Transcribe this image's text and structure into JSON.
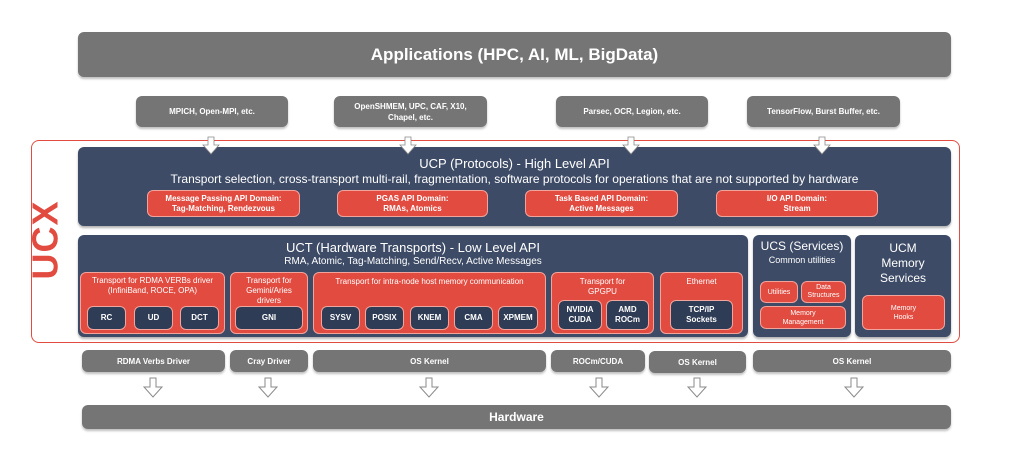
{
  "applications": {
    "title": "Applications (HPC, AI, ML, BigData)",
    "libraries": [
      "MPICH, Open-MPI, etc.",
      "OpenSHMEM, UPC, CAF, X10,\nChapel, etc.",
      "Parsec, OCR, Legion, etc.",
      "TensorFlow, Burst Buffer, etc."
    ]
  },
  "ucx": {
    "label": "UCX",
    "ucp": {
      "title": "UCP (Protocols) - High Level API",
      "subtitle": "Transport selection, cross-transport multi-rail, fragmentation, software protocols for operations that are not supported by hardware",
      "domains": [
        "Message Passing API Domain:\nTag-Matching, Rendezvous",
        "PGAS API Domain:\nRMAs, Atomics",
        "Task Based API Domain:\nActive Messages",
        "I/O API Domain:\nStream"
      ]
    },
    "uct": {
      "title": "UCT (Hardware Transports) - Low Level API",
      "subtitle": "RMA, Atomic, Tag-Matching, Send/Recv, Active Messages",
      "groups": [
        {
          "label": "Transport for RDMA VERBs driver\n(InfiniBand, ROCE, OPA)",
          "items": [
            "RC",
            "UD",
            "DCT"
          ]
        },
        {
          "label": "Transport for\nGemini/Aries\ndrivers",
          "items": [
            "GNI"
          ]
        },
        {
          "label": "Transport for intra-node host memory communication",
          "items": [
            "SYSV",
            "POSIX",
            "KNEM",
            "CMA",
            "XPMEM"
          ]
        },
        {
          "label": "Transport for\nGPGPU",
          "items": [
            "NVIDIA\nCUDA",
            "AMD\nROCm"
          ]
        },
        {
          "label": "Ethernet",
          "items": [
            "TCP/IP\nSockets"
          ]
        }
      ]
    },
    "ucs": {
      "title": "UCS (Services)",
      "subtitle": "Common utilities",
      "items": [
        "Utilities",
        "Data\nStructures",
        "Memory\nManagement"
      ]
    },
    "ucm": {
      "title": "UCM\nMemory\nServices",
      "items": [
        "Memory\nHooks"
      ]
    }
  },
  "drivers": [
    "RDMA Verbs Driver",
    "Cray Driver",
    "OS Kernel",
    "ROCm/CUDA",
    "OS Kernel",
    "OS Kernel"
  ],
  "hardware": {
    "title": "Hardware"
  },
  "colors": {
    "gray": "#757575",
    "navy": "#3d4b66",
    "red": "#e24b40",
    "chip": "#2f3c55"
  }
}
